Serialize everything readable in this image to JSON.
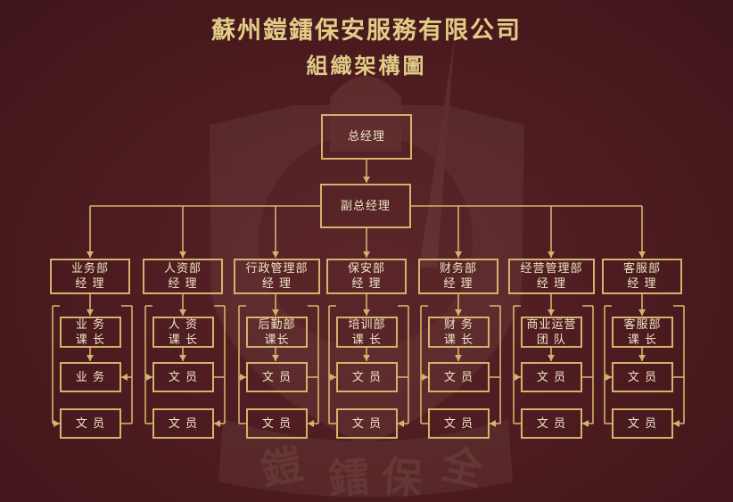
{
  "header": {
    "company": "蘇州鎧鐳保安服務有限公司",
    "subtitle": "組織架構圖"
  },
  "watermark": {
    "chars": [
      "鎧",
      "鐳",
      "保",
      "全"
    ]
  },
  "chart": {
    "general_manager": "总经理",
    "deputy_manager": "副总经理",
    "departments": [
      {
        "head": "业务部\n经  理",
        "section": "业  务\n课  长",
        "staff1": "业  务",
        "staff2": "文  员"
      },
      {
        "head": "人资部\n经  理",
        "section": "人  资\n课  长",
        "staff1": "文  员",
        "staff2": "文  员"
      },
      {
        "head": "行政管理部\n经  理",
        "section": "后勤部\n课长",
        "staff1": "文  员",
        "staff2": "文  员"
      },
      {
        "head": "保安部\n经  理",
        "section": "培训部\n课  长",
        "staff1": "文  员",
        "staff2": "文  员"
      },
      {
        "head": "财务部\n经  理",
        "section": "财  务\n课  长",
        "staff1": "文  员",
        "staff2": "文  员"
      },
      {
        "head": "经营管理部\n经  理",
        "section": "商业运营\n团  队",
        "staff1": "文  员",
        "staff2": "文  员"
      },
      {
        "head": "客服部\n经  理",
        "section": "客服部\n课  长",
        "staff1": "文  员",
        "staff2": "文  员"
      }
    ]
  },
  "colors": {
    "background": "#4d1c20",
    "line": "#d4b36c",
    "title": "#e2cc86",
    "text": "#f1e4c3"
  }
}
